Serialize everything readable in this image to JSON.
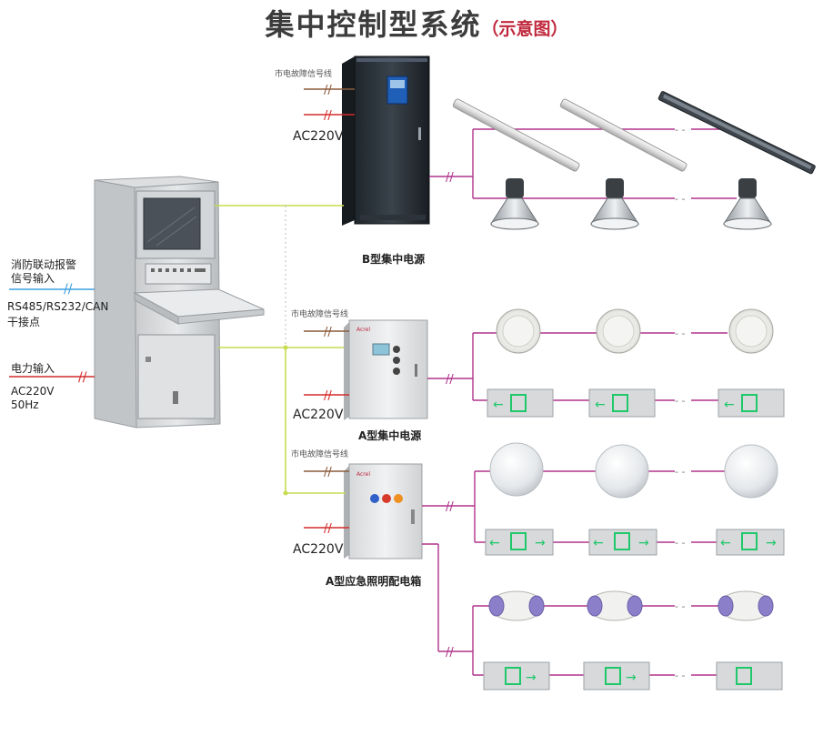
{
  "title": {
    "main": "集中控制型系统",
    "sub": "（示意图）"
  },
  "fault_signal": "市电故障信号线",
  "ac_label": "AC220V",
  "power_b": "B型集中电源",
  "power_a": "A型集中电源",
  "dist_box": "A型应急照明配电箱",
  "left": {
    "fire_1": "消防联动报警",
    "fire_2": "信号输入",
    "rs_1": "RS485/RS232/CAN",
    "rs_2": "干接点",
    "power_in": "电力输入",
    "ac": "AC220V",
    "hz": "50Hz"
  },
  "brand": "Acrel",
  "colors": {
    "magenta": "#b0338c",
    "yellow_green": "#c8dc50",
    "red": "#d42a2a",
    "blue": "#3fa0e0",
    "brown": "#8a5a3a",
    "exit_green": "#1fc86a"
  }
}
